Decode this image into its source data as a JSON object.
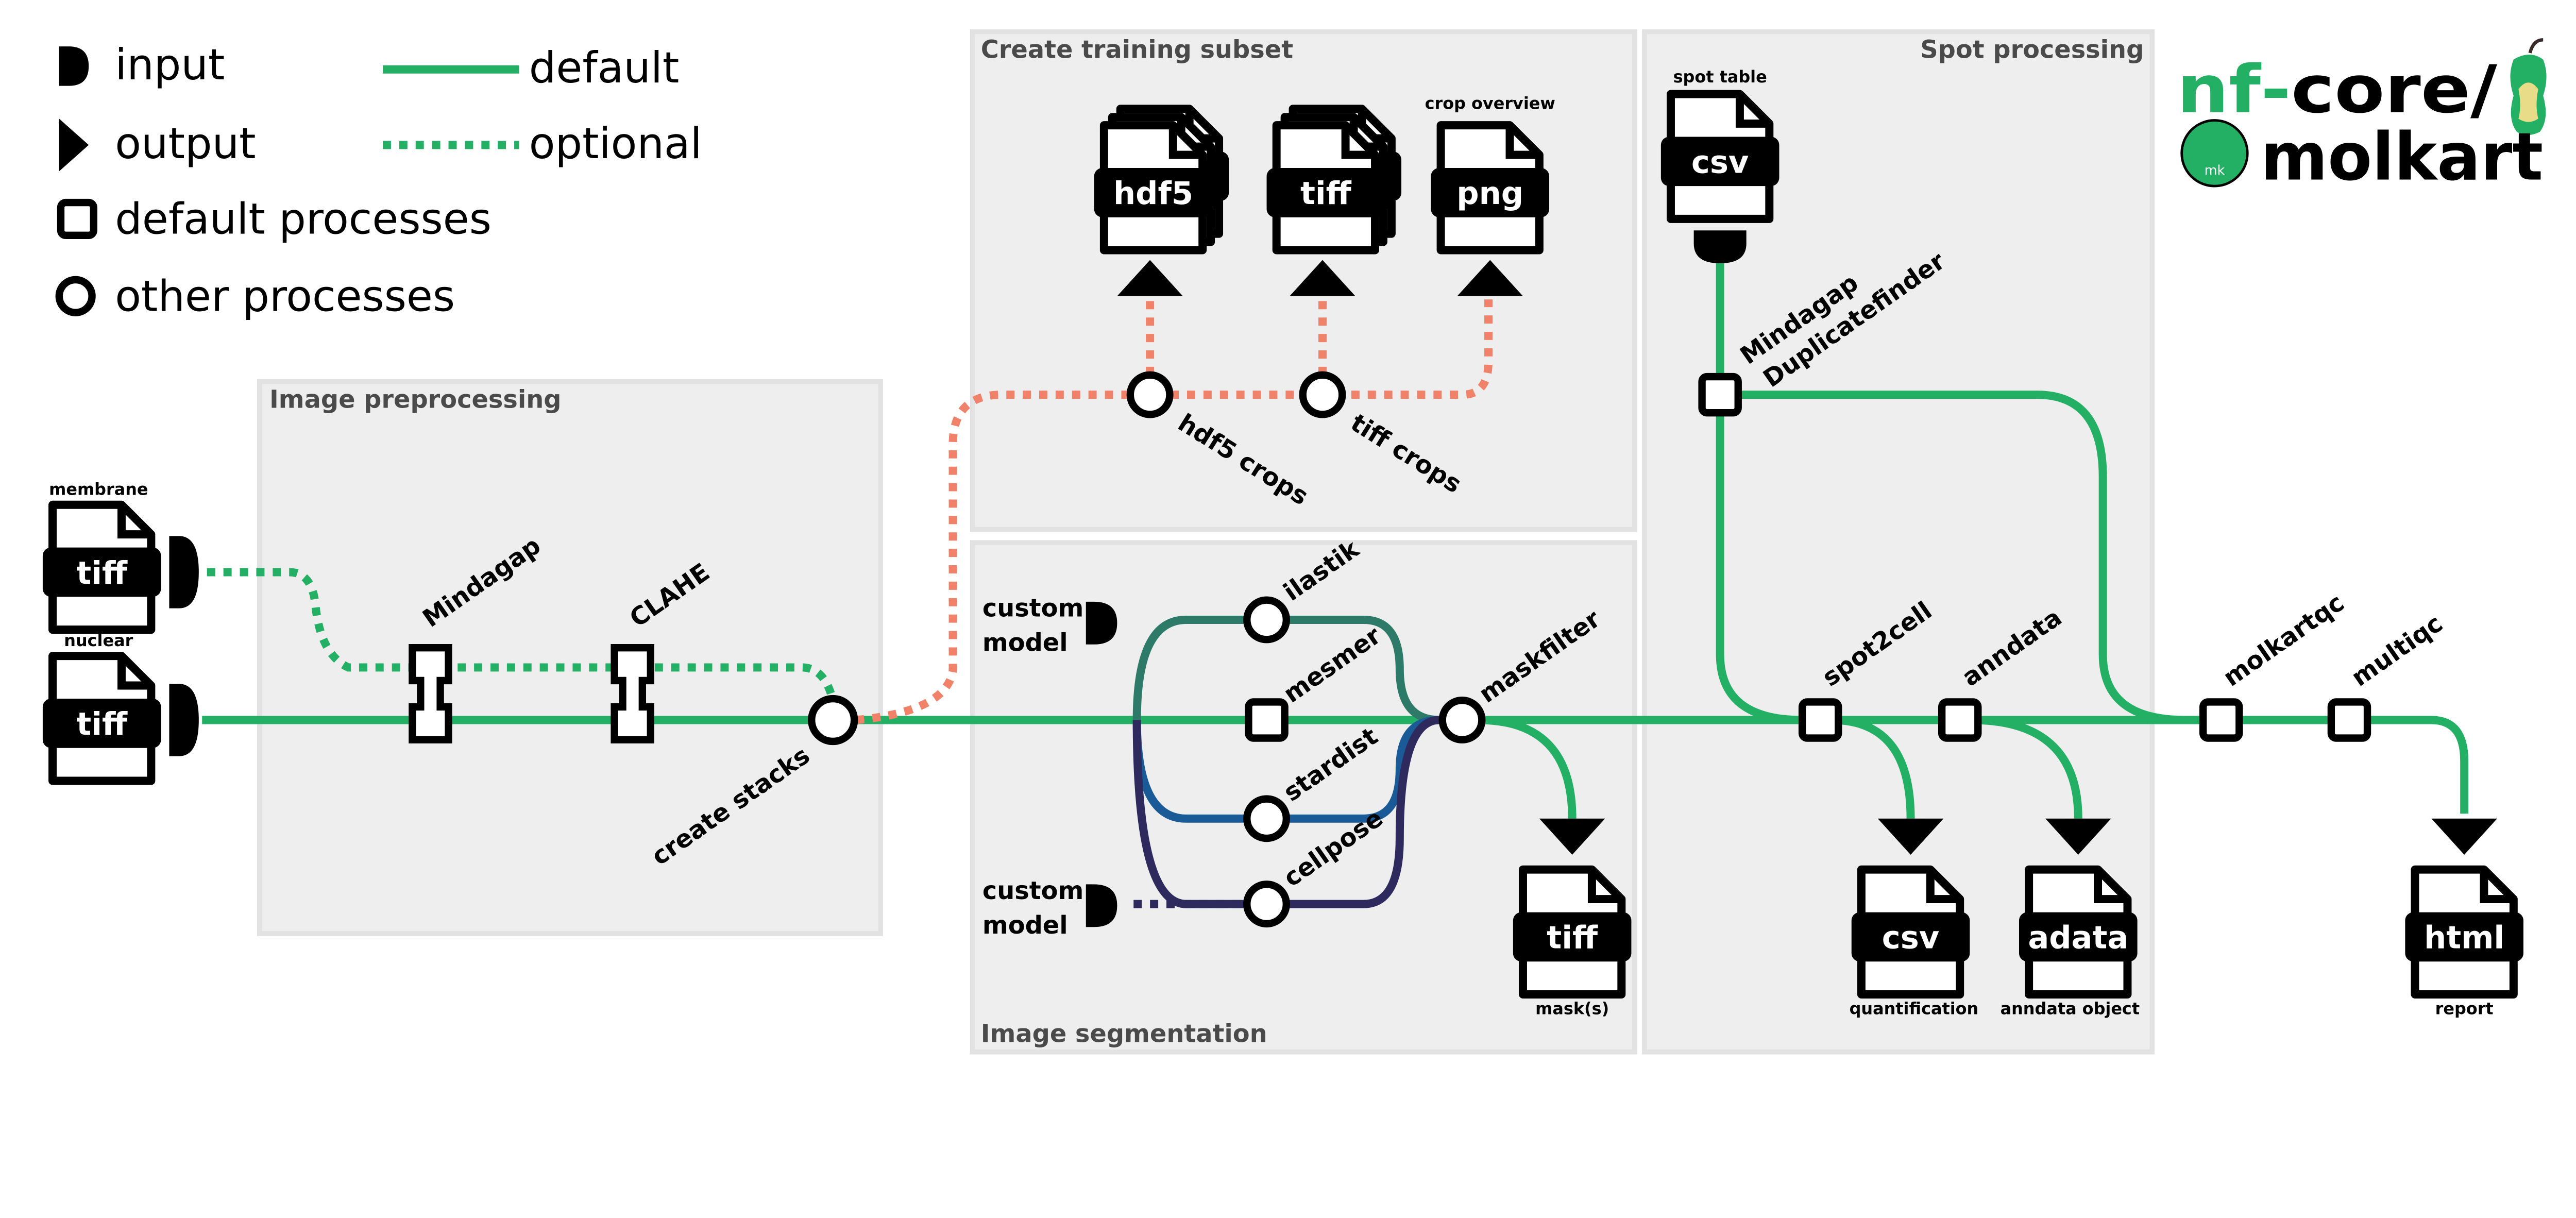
{
  "legend": {
    "input": "input",
    "output": "output",
    "default": "default",
    "optional": "optional",
    "default_processes": "default processes",
    "other_processes": "other processes"
  },
  "colors": {
    "default_line": "#24b064",
    "training_line": "#f0826a",
    "ilastik_line": "#2e7a68",
    "stardist_line": "#1a5a96",
    "cellpose_line": "#2e2a5e",
    "panel": "#eeeeee"
  },
  "logo": {
    "nf": "nf",
    "dash": "-",
    "core": "core/",
    "pipeline": "molkart",
    "badge": "mk"
  },
  "panels": {
    "preprocessing": "Image preprocessing",
    "training": "Create training subset",
    "segmentation": "Image segmentation",
    "spot": "Spot processing"
  },
  "inputs": {
    "membrane": {
      "label": "membrane",
      "format": "tiff"
    },
    "nuclear": {
      "label": "nuclear",
      "format": "tiff"
    },
    "spot_table": {
      "label": "spot table",
      "format": "csv"
    },
    "custom_model_1": [
      "custom",
      "model"
    ],
    "custom_model_2": [
      "custom",
      "model"
    ]
  },
  "processes": {
    "mindagap": "Mindagap",
    "clahe": "CLAHE",
    "create_stacks": "create stacks",
    "hdf5_crops": "hdf5 crops",
    "tiff_crops": "tiff crops",
    "ilastik": "ilastik",
    "mesmer": "mesmer",
    "stardist": "stardist",
    "cellpose": "cellpose",
    "maskfilter": "maskfilter",
    "duplicatefinder": [
      "Mindagap",
      "Duplicatefinder"
    ],
    "spot2cell": "spot2cell",
    "anndata": "anndata",
    "molkartqc": "molkartqc",
    "multiqc": "multiqc"
  },
  "outputs": {
    "hdf5": {
      "format": "hdf5"
    },
    "tiff_crops": {
      "format": "tiff"
    },
    "crop_overview": {
      "label": "crop overview",
      "format": "png"
    },
    "masks": {
      "label": "mask(s)",
      "format": "tiff"
    },
    "quantification": {
      "label": "quantification",
      "format": "csv"
    },
    "anndata": {
      "label": "anndata object",
      "format": "adata"
    },
    "report": {
      "label": "report",
      "format": "html"
    }
  }
}
